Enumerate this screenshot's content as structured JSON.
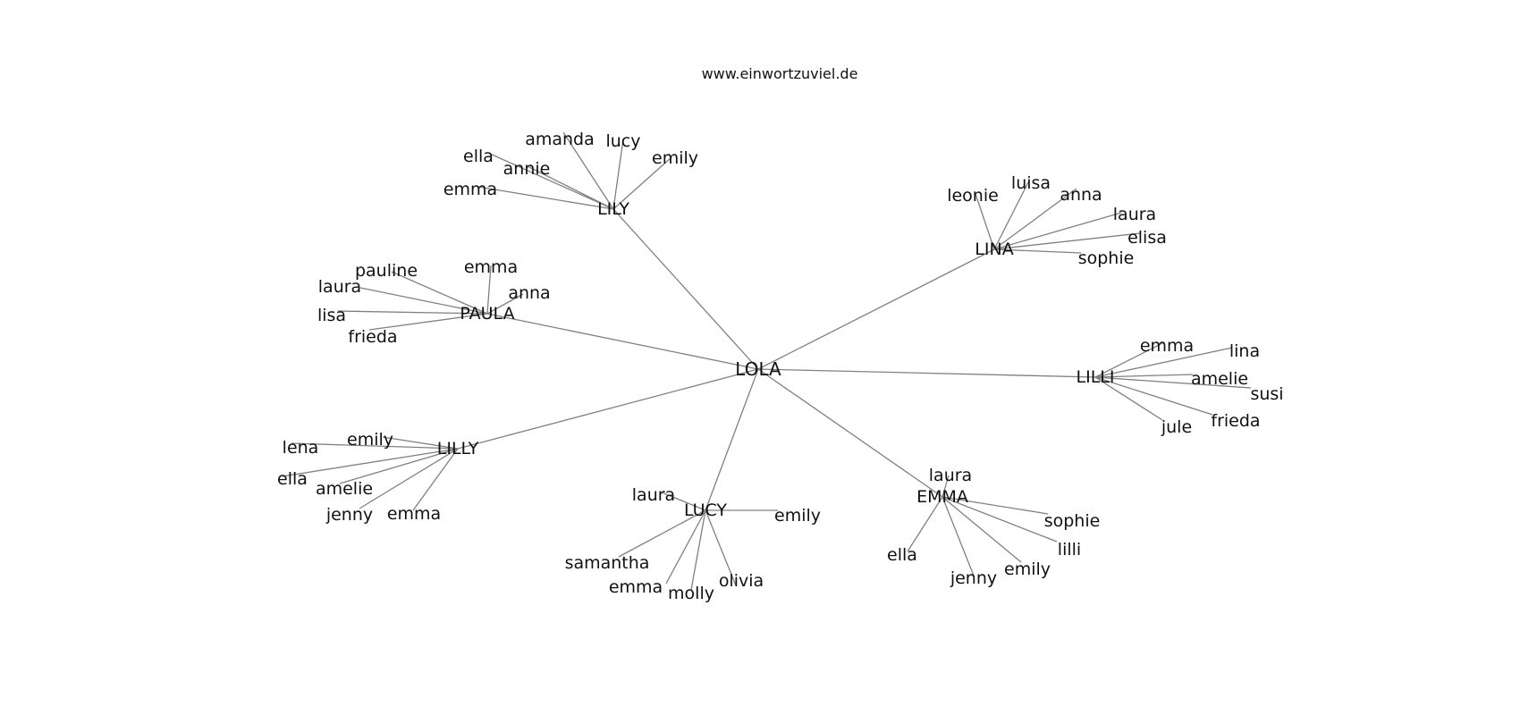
{
  "site": "www.einwortzuviel.de",
  "root": "LOLA",
  "clusters": [
    {
      "name": "LILY",
      "children": [
        "amanda",
        "lucy",
        "ella",
        "annie",
        "emily",
        "emma"
      ]
    },
    {
      "name": "LINA",
      "children": [
        "leonie",
        "luisa",
        "anna",
        "laura",
        "elisa",
        "sophie"
      ]
    },
    {
      "name": "PAULA",
      "children": [
        "pauline",
        "emma",
        "laura",
        "anna",
        "lisa",
        "frieda"
      ]
    },
    {
      "name": "LILLI",
      "children": [
        "emma",
        "lina",
        "amelie",
        "susi",
        "frieda",
        "jule"
      ]
    },
    {
      "name": "LILLY",
      "children": [
        "emily",
        "lena",
        "ella",
        "amelie",
        "jenny",
        "emma"
      ]
    },
    {
      "name": "LUCY",
      "children": [
        "laura",
        "emily",
        "samantha",
        "emma",
        "molly",
        "olivia"
      ]
    },
    {
      "name": "EMMA",
      "children": [
        "laura",
        "sophie",
        "lilli",
        "emily",
        "jenny",
        "ella"
      ]
    }
  ]
}
